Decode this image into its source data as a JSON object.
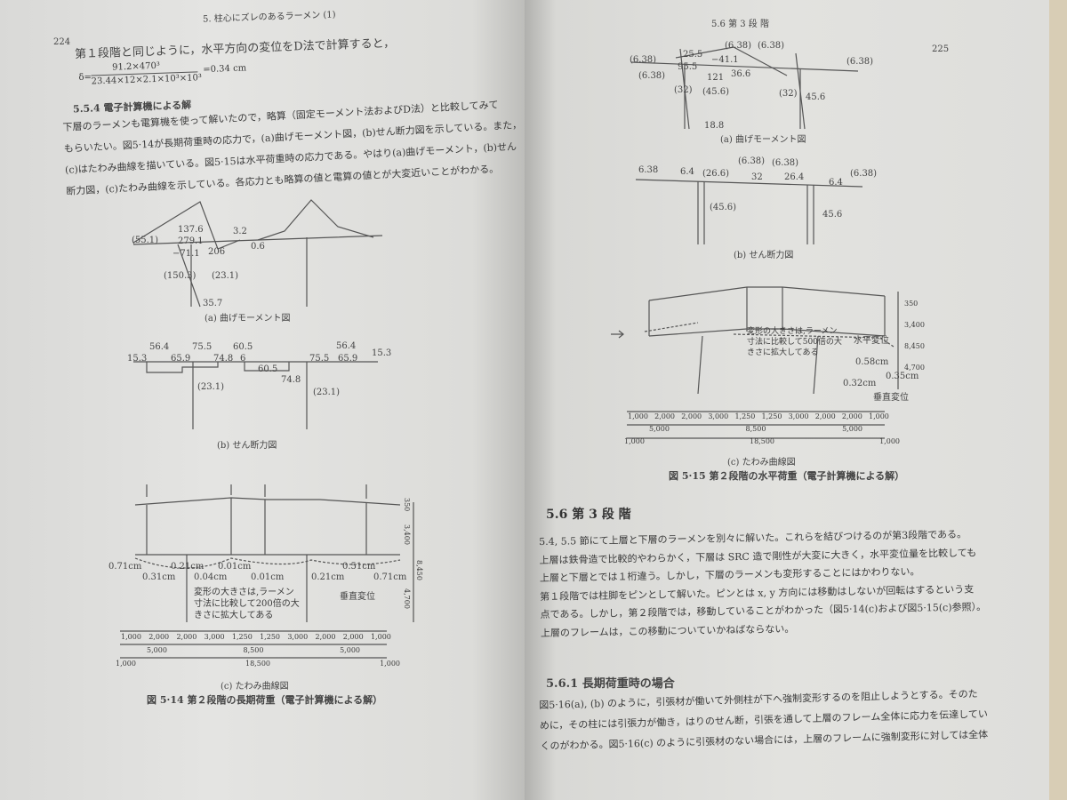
{
  "left_page": {
    "running_head": "5. 柱心にズレのあるラーメン (1)",
    "page_number": "224",
    "intro_line": "第１段階と同じように，水平方向の変位をD法で計算すると，",
    "formula": {
      "lhs": "δ=",
      "numerator": "91.2×470³",
      "denominator": "23.44×12×2.1×10³×10³",
      "result": "=0.34 cm"
    },
    "section": "5.5.4 電子計算機による解",
    "paragraph": [
      "下層のラーメンも電算機を使って解いたので，略算（固定モーメント法およびD法）と比較してみて",
      "もらいたい。図5·14が長期荷重時の応力で，(a)曲げモーメント図，(b)せん断力図を示している。また，",
      "(c)はたわみ曲線を描いている。図5·15は水平荷重時の応力である。やはり(a)曲げモーメント，(b)せん",
      "断力図，(c)たわみ曲線を示している。各応力とも略算の値と電算の値とが大変近いことがわかる。"
    ],
    "fig_a": {
      "caption": "(a) 曲げモーメント図",
      "labels": [
        "(55.1)",
        "137.6",
        "279.1",
        "−71.1",
        "206",
        "3.2",
        "0.6",
        "(150.3)",
        "(23.1)",
        "35.7"
      ]
    },
    "fig_b": {
      "caption": "(b) せん断力図",
      "labels": [
        "15.3",
        "56.4",
        "65.9",
        "75.5",
        "74.8",
        "60.5",
        "6",
        "60.5",
        "74.8",
        "75.5",
        "65.9",
        "56.4",
        "15.3",
        "(23.1)",
        "(23.1)"
      ]
    },
    "fig_c": {
      "caption": "(c) たわみ曲線図",
      "labels": [
        "0.71cm",
        "0.31cm",
        "0.21cm",
        "0.04cm",
        "0.01cm",
        "0.01cm",
        "0.21cm",
        "0.51cm",
        "0.71cm",
        "垂直変位"
      ],
      "note": [
        "変形の大きさは,ラーメン",
        "寸法に比較して200倍の大",
        "きさに拡大してある"
      ],
      "dims_top": [
        "1,000",
        "2,000",
        "2,000",
        "3,000",
        "1,250",
        "1,250",
        "3,000",
        "2,000",
        "2,000",
        "1,000"
      ],
      "dims_mid": [
        "5,000",
        "8,500",
        "5,000"
      ],
      "dims_bottom": [
        "1,000",
        "18,500",
        "1,000"
      ],
      "dims_right": [
        "350",
        "3,400",
        "8,450",
        "4,700"
      ]
    },
    "figure_caption": "図 5·14 第２段階の長期荷重（電子計算機による解）"
  },
  "right_page": {
    "running_head": "5.6 第 3 段 階",
    "page_number": "225",
    "fig_a": {
      "caption": "(a) 曲げモーメント図",
      "labels": [
        "(6.38)",
        "25.5",
        "(6.38)",
        "95.5",
        "−41.1",
        "121",
        "36.6",
        "(6.38)",
        "(6.38)",
        "(6.38)",
        "(32)",
        "(45.6)",
        "(32)",
        "45.6",
        "18.8"
      ]
    },
    "fig_b": {
      "caption": "(b) せん断力図",
      "labels": [
        "6.38",
        "6.4",
        "(26.6)",
        "(6.38)",
        "32",
        "(6.38)",
        "26.4",
        "6.4",
        "(6.38)",
        "(45.6)",
        "45.6"
      ]
    },
    "fig_c": {
      "caption": "(c) たわみ曲線図",
      "note": [
        "変形の大きさは,ラーメン",
        "寸法に比較して500倍の大",
        "きさに拡大してある"
      ],
      "labels": [
        "水平変位",
        "0.58cm",
        "0.32cm",
        "0.35cm",
        "垂直変位"
      ],
      "dims_top": [
        "1,000",
        "2,000",
        "2,000",
        "3,000",
        "1,250",
        "1,250",
        "3,000",
        "2,000",
        "2,000",
        "1,000"
      ],
      "dims_mid": [
        "5,000",
        "8,500",
        "5,000"
      ],
      "dims_bottom": [
        "1,000",
        "18,500",
        "1,000"
      ],
      "dims_right": [
        "350",
        "3,400",
        "8,450",
        "4,700"
      ]
    },
    "figure_caption": "図 5·15 第２段階の水平荷重（電子計算機による解）",
    "section": "5.6 第 3 段 階",
    "paragraph1": [
      "5.4, 5.5 節にて上層と下層のラーメンを別々に解いた。これらを結びつけるのが第3段階である。",
      "上層は鉄骨造で比較的やわらかく，下層は SRC 造で剛性が大変に大きく，水平変位量を比較しても",
      "上層と下層とでは１桁違う。しかし，下層のラーメンも変形することにはかわりない。",
      "第１段階では柱脚をピンとして解いた。ピンとは x, y 方向には移動はしないが回転はするという支",
      "点である。しかし，第２段階では，移動していることがわかった（図5·14(c)および図5·15(c)参照）。",
      "上層のフレームは，この移動についていかねばならない。"
    ],
    "subsection": "5.6.1 長期荷重時の場合",
    "paragraph2": [
      "図5·16(a), (b) のように，引張材が働いて外側柱が下へ強制変形するのを阻止しようとする。そのた",
      "めに，その柱には引張力が働き，はりのせん断，引張を通して上層のフレーム全体に応力を伝達してい",
      "くのがわかる。図5·16(c) のように引張材のない場合には，上層のフレームに強制変形に対しては全体"
    ]
  }
}
